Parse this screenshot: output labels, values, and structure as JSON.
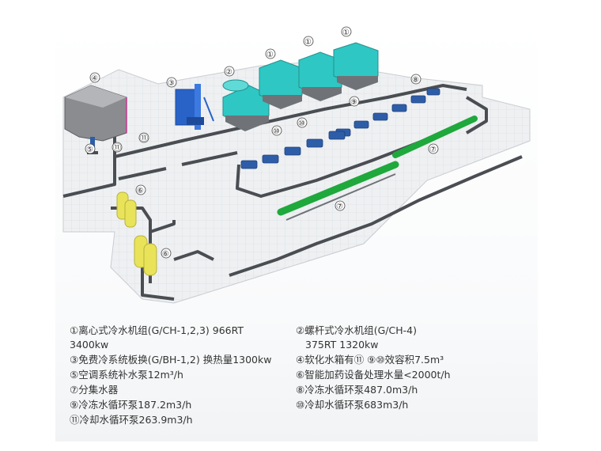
{
  "markers": {
    "m1": "①",
    "m2": "②",
    "m3": "③",
    "m4": "④",
    "m5": "⑤",
    "m6": "⑥",
    "m7": "⑦",
    "m8": "⑧",
    "m9": "⑨",
    "m10": "⑩",
    "m11": "⑪"
  },
  "legend": {
    "l1": "①离心式冷水机组(G/CH-1,2,3)  966RT",
    "l1b": "3400kw",
    "l2": "②螺杆式冷水机组(G/CH-4)",
    "l2b": "375RT  1320kw",
    "l3": "③免费冷系统板换(G/BH-1,2)  换热量1300kw",
    "l4": "④软化水箱有⑪ ⑨⑩效容积7.5m³",
    "l5": "⑤空调系统补水泵12m³/h",
    "l6": "⑥智能加药设备处理水量<2000t/h",
    "l7": "⑦分集水器",
    "l8": "⑧冷冻水循环泵487.0m3/h",
    "l9": "⑨冷冻水循环泵187.2m3/h",
    "l10": "⑩冷却水循环泵683m3/h",
    "l11": "⑪冷却水循环泵263.9m3/h"
  },
  "colors": {
    "floor": "#eef0f2",
    "wall": "#4a4d52",
    "chiller": "#2fc7c3",
    "pump": "#2e5da8",
    "header": "#1fa83c",
    "tank": "#e9e35a",
    "heatexchanger": "#2a63c7"
  }
}
